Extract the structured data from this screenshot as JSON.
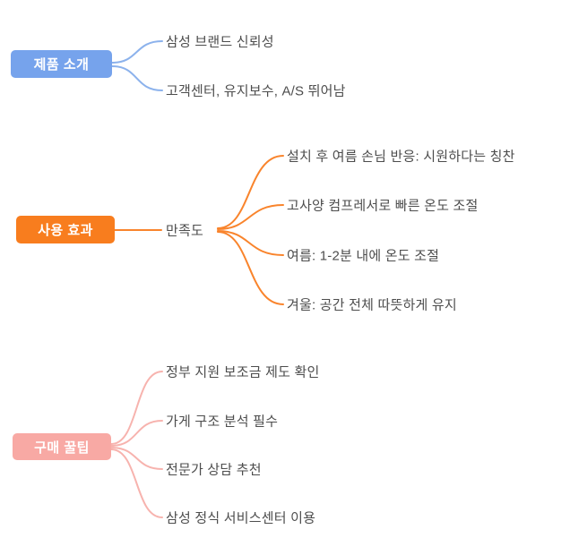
{
  "colors": {
    "blue": "#76a3ec",
    "blue_line": "#8cb2ec",
    "orange": "#f87d1e",
    "orange_line": "#f9842c",
    "pink": "#f8a9a4",
    "pink_line": "#f7b3ae",
    "label_text": "#4d4d4d"
  },
  "topics": [
    {
      "label": "제품 소개",
      "children": [
        {
          "label": "삼성 브랜드 신뢰성"
        },
        {
          "label": "고객센터, 유지보수, A/S 뛰어남"
        }
      ]
    },
    {
      "label": "사용 효과",
      "children": [
        {
          "label": "만족도",
          "children": [
            {
              "label": "설치 후 여름 손님 반응: 시원하다는 칭찬"
            },
            {
              "label": "고사양 컴프레서로 빠른 온도 조절"
            },
            {
              "label": "여름: 1-2분 내에 온도 조절"
            },
            {
              "label": "겨울: 공간 전체 따뜻하게 유지"
            }
          ]
        }
      ]
    },
    {
      "label": "구매 꿀팁",
      "children": [
        {
          "label": "정부 지원 보조금 제도 확인"
        },
        {
          "label": "가게 구조 분석 필수"
        },
        {
          "label": "전문가 상담 추천"
        },
        {
          "label": "삼성 정식 서비스센터 이용"
        }
      ]
    }
  ]
}
